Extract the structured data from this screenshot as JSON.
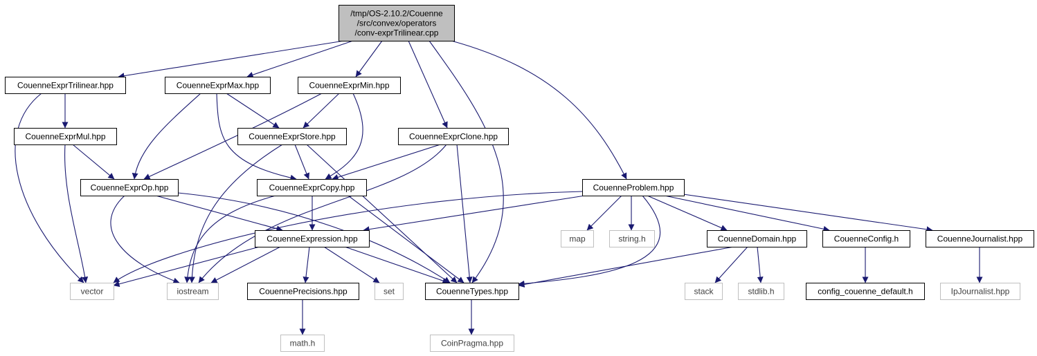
{
  "colors": {
    "edge": "#191970",
    "root_fill": "#bfbfbf",
    "node_stroke": "#000000",
    "system_stroke": "#bfbfbf",
    "system_text": "#404040",
    "text": "#000000"
  },
  "nodes": {
    "root": {
      "lines": [
        "/tmp/OS-2.10.2/Couenne",
        "/src/convex/operators",
        "/conv-exprTrilinear.cpp"
      ]
    },
    "trilinear": {
      "lines": [
        "CouenneExprTrilinear.hpp"
      ]
    },
    "max": {
      "lines": [
        "CouenneExprMax.hpp"
      ]
    },
    "min": {
      "lines": [
        "CouenneExprMin.hpp"
      ]
    },
    "mul": {
      "lines": [
        "CouenneExprMul.hpp"
      ]
    },
    "store": {
      "lines": [
        "CouenneExprStore.hpp"
      ]
    },
    "clone": {
      "lines": [
        "CouenneExprClone.hpp"
      ]
    },
    "op": {
      "lines": [
        "CouenneExprOp.hpp"
      ]
    },
    "copy": {
      "lines": [
        "CouenneExprCopy.hpp"
      ]
    },
    "problem": {
      "lines": [
        "CouenneProblem.hpp"
      ]
    },
    "expression": {
      "lines": [
        "CouenneExpression.hpp"
      ]
    },
    "map": {
      "lines": [
        "map"
      ]
    },
    "string": {
      "lines": [
        "string.h"
      ]
    },
    "domain": {
      "lines": [
        "CouenneDomain.hpp"
      ]
    },
    "config": {
      "lines": [
        "CouenneConfig.h"
      ]
    },
    "journalist": {
      "lines": [
        "CouenneJournalist.hpp"
      ]
    },
    "vector": {
      "lines": [
        "vector"
      ]
    },
    "iostream": {
      "lines": [
        "iostream"
      ]
    },
    "precisions": {
      "lines": [
        "CouennePrecisions.hpp"
      ]
    },
    "set": {
      "lines": [
        "set"
      ]
    },
    "types": {
      "lines": [
        "CouenneTypes.hpp"
      ]
    },
    "stack": {
      "lines": [
        "stack"
      ]
    },
    "stdlib": {
      "lines": [
        "stdlib.h"
      ]
    },
    "configdefault": {
      "lines": [
        "config_couenne_default.h"
      ]
    },
    "ipjournalist": {
      "lines": [
        "IpJournalist.hpp"
      ]
    },
    "math": {
      "lines": [
        "math.h"
      ]
    },
    "coinpragma": {
      "lines": [
        "CoinPragma.hpp"
      ]
    }
  },
  "edges": [
    [
      "root",
      "trilinear"
    ],
    [
      "root",
      "max"
    ],
    [
      "root",
      "min"
    ],
    [
      "root",
      "clone"
    ],
    [
      "root",
      "types"
    ],
    [
      "root",
      "problem"
    ],
    [
      "trilinear",
      "mul"
    ],
    [
      "trilinear",
      "vector"
    ],
    [
      "max",
      "op"
    ],
    [
      "max",
      "store"
    ],
    [
      "max",
      "copy"
    ],
    [
      "min",
      "op"
    ],
    [
      "min",
      "store"
    ],
    [
      "min",
      "copy"
    ],
    [
      "mul",
      "op"
    ],
    [
      "mul",
      "vector"
    ],
    [
      "store",
      "copy"
    ],
    [
      "store",
      "iostream"
    ],
    [
      "store",
      "types"
    ],
    [
      "clone",
      "copy"
    ],
    [
      "clone",
      "iostream"
    ],
    [
      "clone",
      "types"
    ],
    [
      "op",
      "expression"
    ],
    [
      "op",
      "iostream"
    ],
    [
      "op",
      "types"
    ],
    [
      "copy",
      "expression"
    ],
    [
      "copy",
      "iostream"
    ],
    [
      "copy",
      "types"
    ],
    [
      "problem",
      "vector"
    ],
    [
      "problem",
      "expression"
    ],
    [
      "problem",
      "map"
    ],
    [
      "problem",
      "string"
    ],
    [
      "problem",
      "types"
    ],
    [
      "problem",
      "domain"
    ],
    [
      "problem",
      "config"
    ],
    [
      "problem",
      "journalist"
    ],
    [
      "expression",
      "vector"
    ],
    [
      "expression",
      "iostream"
    ],
    [
      "expression",
      "precisions"
    ],
    [
      "expression",
      "set"
    ],
    [
      "expression",
      "types"
    ],
    [
      "domain",
      "types"
    ],
    [
      "domain",
      "stack"
    ],
    [
      "domain",
      "stdlib"
    ],
    [
      "config",
      "configdefault"
    ],
    [
      "journalist",
      "ipjournalist"
    ],
    [
      "precisions",
      "math"
    ],
    [
      "types",
      "coinpragma"
    ]
  ]
}
